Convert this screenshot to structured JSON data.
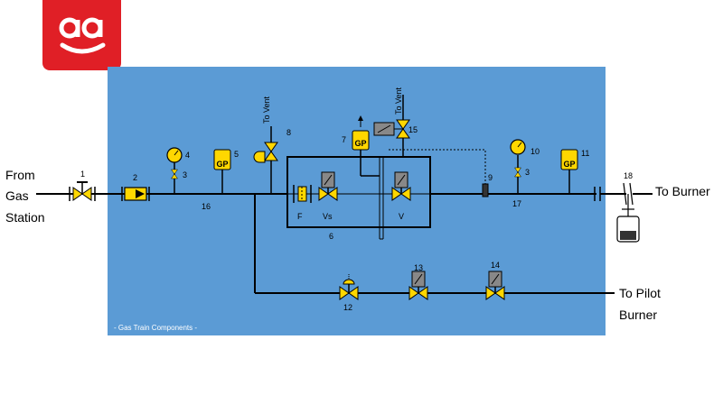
{
  "labels": {
    "from": "From",
    "gas": "Gas",
    "station": "Station",
    "to_burner": "To Burner",
    "to_pilot": "To Pilot",
    "burner": "Burner",
    "to_vent": "To Vent",
    "caption": "- Gas Train Components -",
    "gp": "GP",
    "f": "F",
    "vs": "Vs",
    "v": "V"
  },
  "numbers": {
    "n1": "1",
    "n2": "2",
    "n3": "3",
    "n3b": "3",
    "n4": "4",
    "n5": "5",
    "n6": "6",
    "n7": "7",
    "n8": "8",
    "n9": "9",
    "n10": "10",
    "n11": "11",
    "n12": "12",
    "n13": "13",
    "n14": "14",
    "n15": "15",
    "n16": "16",
    "n17": "17",
    "n18": "18"
  },
  "colors": {
    "panel": "#5b9bd5",
    "valve": "#ffd700",
    "logo": "#e01f26",
    "pipe": "#000000"
  }
}
